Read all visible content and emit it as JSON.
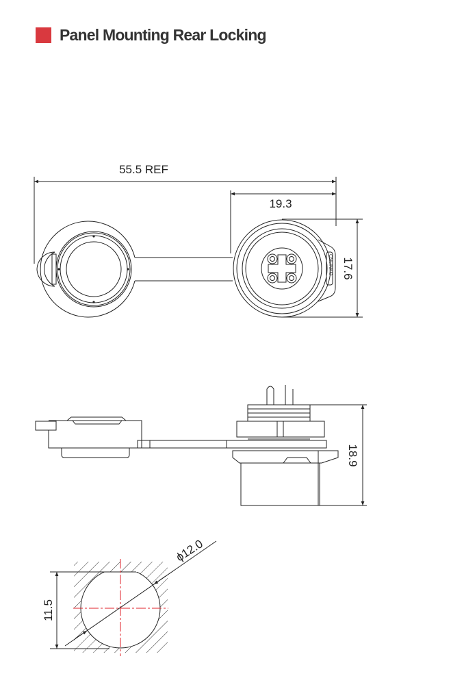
{
  "header": {
    "title": "Panel Mounting Rear Locking",
    "accent_color": "#d9393f"
  },
  "top_view": {
    "overall_length": "55.5 REF",
    "connector_length": "19.3",
    "height": "17.6",
    "brand_mark": "CNLINKO"
  },
  "side_view": {
    "height": "18.9"
  },
  "panel_cutout": {
    "flat_height": "11.5",
    "diameter": "ϕ12.0",
    "centerline_color": "#e0202a"
  }
}
